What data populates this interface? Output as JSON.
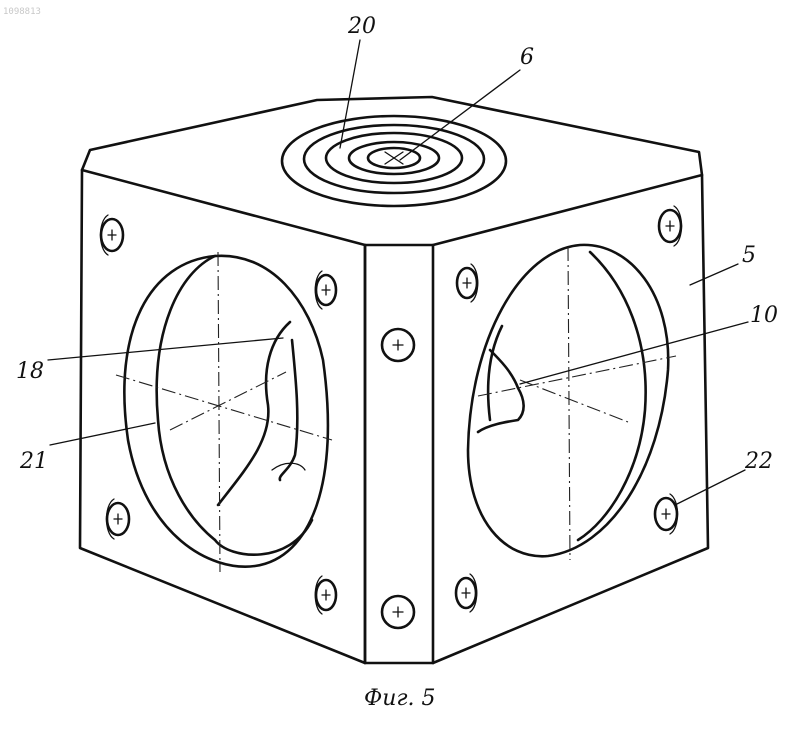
{
  "doc_number": "1098813",
  "figure_caption": "Фиг. 5",
  "labels": {
    "l20": "20",
    "l6": "6",
    "l5": "5",
    "l10": "10",
    "l18": "18",
    "l21": "21",
    "l22": "22"
  },
  "colors": {
    "ink": "#111111",
    "paper": "#ffffff"
  },
  "icons": [
    "screw-icon"
  ]
}
